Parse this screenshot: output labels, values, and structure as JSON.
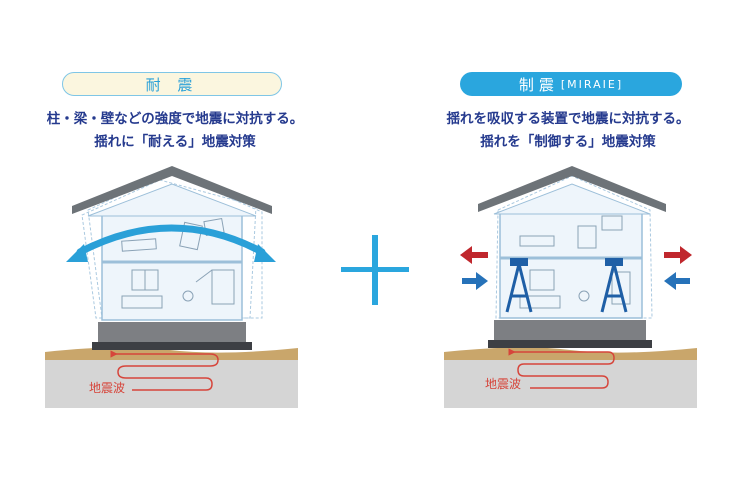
{
  "left": {
    "title": "耐 震",
    "desc_line1": "柱・梁・壁などの強度で地震に対抗する。",
    "desc_line2": "揺れに「耐える」地震対策",
    "wave_label": "地震波"
  },
  "right": {
    "title": "制震",
    "title_sub": "[MIRAIE]",
    "desc_line1": "揺れを吸収する装置で地震に対抗する。",
    "desc_line2": "揺れを「制御する」地震対策",
    "wave_label": "地震波"
  },
  "colors": {
    "accent_blue": "#2aa6de",
    "text_navy": "#253a8e",
    "wave_red": "#d6453b",
    "arrow_red": "#c0272d",
    "arrow_blue": "#2672b9",
    "ground_brown": "#c9a66b",
    "earth_gray": "#d5d5d5"
  },
  "icons": [
    "shake-arrow-icon",
    "plus-icon",
    "force-arrow-icon",
    "damper-icon",
    "seismic-wave-icon"
  ]
}
